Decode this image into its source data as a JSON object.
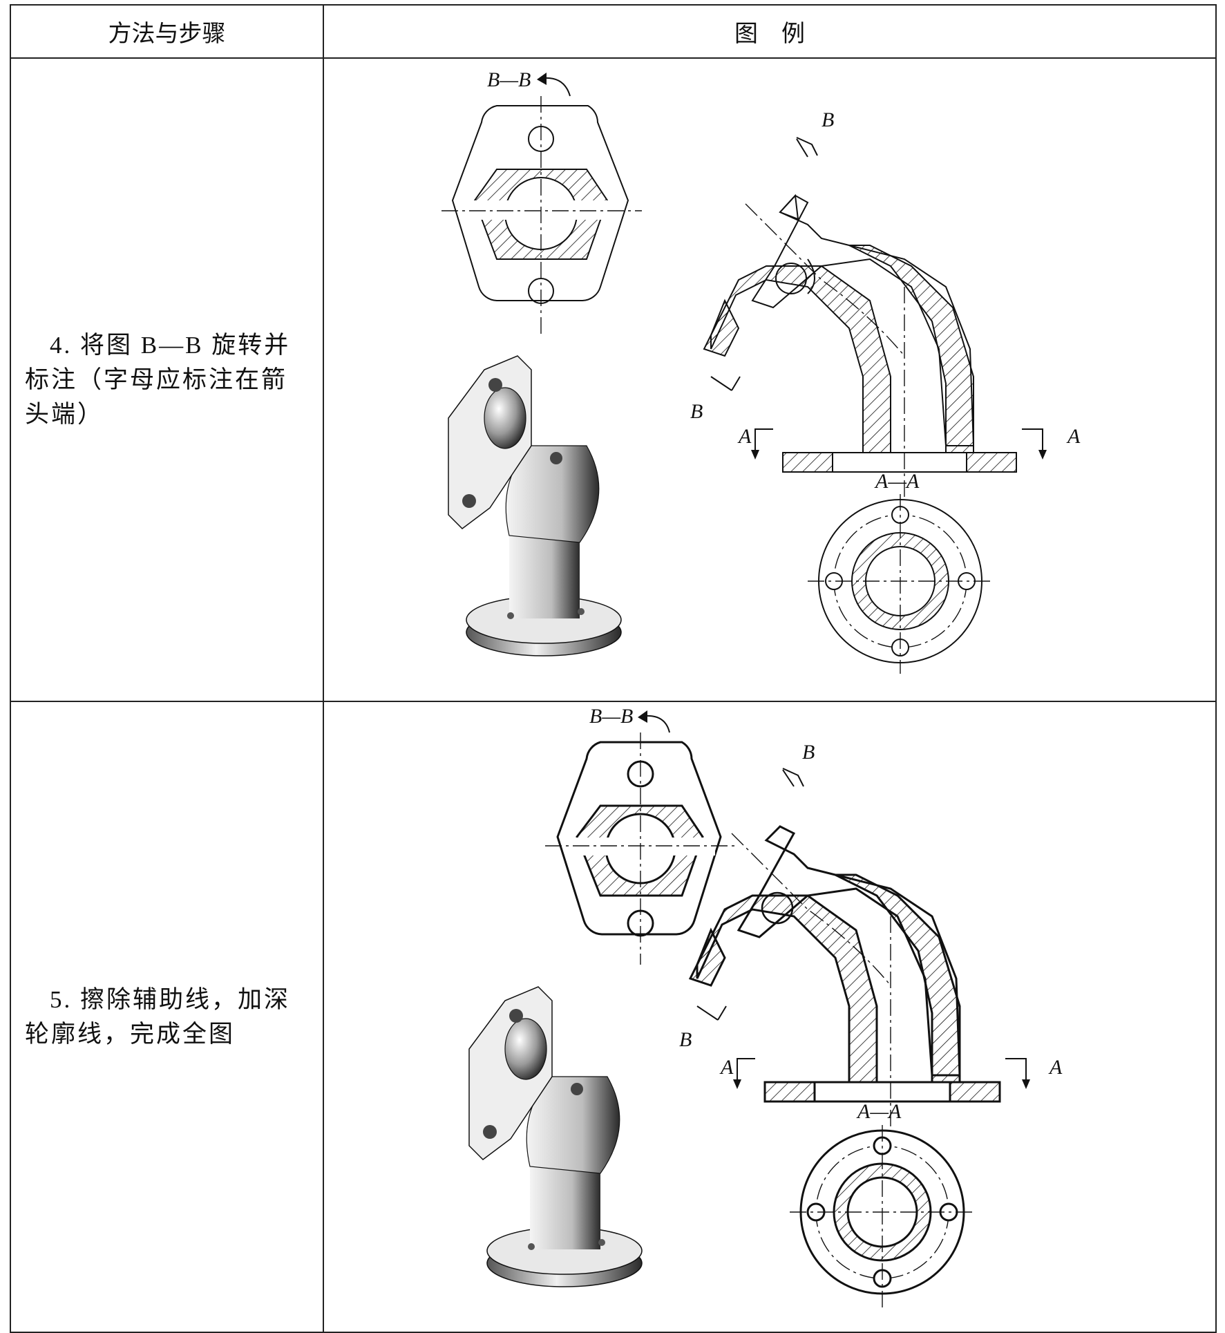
{
  "header": {
    "col_method": "方法与步骤",
    "col_figure": "图　例"
  },
  "rows": [
    {
      "step_text": "4. 将图 B—B 旋转并标注（字母应标注在箭头端）",
      "labels": {
        "bb_title": "B—B",
        "aa_title": "A—A",
        "b_upper": "B",
        "b_lower": "B",
        "a_left": "A",
        "a_right": "A"
      }
    },
    {
      "step_text": "5. 擦除辅助线，加深轮廓线，完成全图",
      "labels": {
        "bb_title": "B—B",
        "aa_title": "A—A",
        "b_upper": "B",
        "b_lower": "B",
        "a_left": "A",
        "a_right": "A"
      }
    }
  ]
}
